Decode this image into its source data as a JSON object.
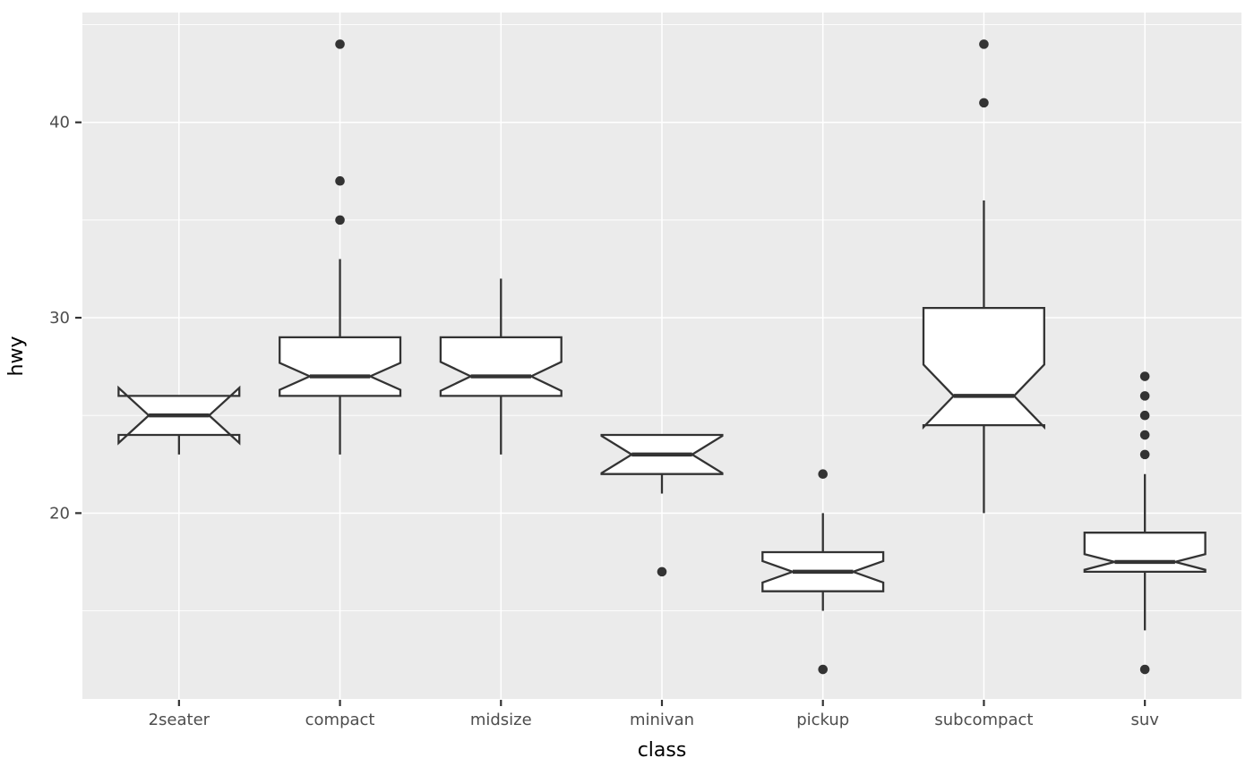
{
  "chart_data": {
    "type": "boxplot",
    "variant": "notched",
    "title": "",
    "xlabel": "class",
    "ylabel": "hwy",
    "categories": [
      "2seater",
      "compact",
      "midsize",
      "minivan",
      "pickup",
      "subcompact",
      "suv"
    ],
    "y_ticks": [
      20,
      30,
      40
    ],
    "y_minor_ticks": [
      15,
      25,
      35,
      45
    ],
    "ylim": [
      10.49,
      45.62
    ],
    "grid": "on",
    "legend": "none",
    "series": [
      {
        "category": "2seater",
        "min": 23,
        "q1": 24,
        "median": 25,
        "q3": 26,
        "max": 26,
        "notch_low": 23.59,
        "notch_high": 26.41,
        "outliers": []
      },
      {
        "category": "compact",
        "min": 23,
        "q1": 26,
        "median": 27,
        "q3": 29,
        "max": 33,
        "notch_low": 26.31,
        "notch_high": 27.69,
        "outliers": [
          35,
          37,
          44
        ]
      },
      {
        "category": "midsize",
        "min": 23,
        "q1": 26,
        "median": 27,
        "q3": 29,
        "max": 32,
        "notch_low": 26.26,
        "notch_high": 27.74,
        "outliers": []
      },
      {
        "category": "minivan",
        "min": 21,
        "q1": 22,
        "median": 23,
        "q3": 24,
        "max": 24,
        "notch_low": 22.05,
        "notch_high": 23.95,
        "outliers": [
          17
        ]
      },
      {
        "category": "pickup",
        "min": 15,
        "q1": 16,
        "median": 17,
        "q3": 18,
        "max": 20,
        "notch_low": 16.45,
        "notch_high": 17.55,
        "outliers": [
          12,
          22
        ]
      },
      {
        "category": "subcompact",
        "min": 20,
        "q1": 24.5,
        "median": 26,
        "q3": 30.5,
        "max": 36,
        "notch_low": 24.4,
        "notch_high": 27.6,
        "outliers": [
          41,
          44
        ]
      },
      {
        "category": "suv",
        "min": 14,
        "q1": 17,
        "median": 17.5,
        "q3": 19,
        "max": 22,
        "notch_low": 17.1,
        "notch_high": 17.9,
        "outliers": [
          12,
          23,
          24,
          25,
          26,
          27
        ]
      }
    ],
    "colors": {
      "panel_background": "#EBEBEB",
      "gridline": "#FFFFFF",
      "box_stroke": "#333333",
      "box_fill": "#FFFFFF",
      "outlier_fill": "#333333",
      "tick_label": "#4D4D4D",
      "axis_title": "#000000",
      "tick_mark": "#333333"
    }
  }
}
